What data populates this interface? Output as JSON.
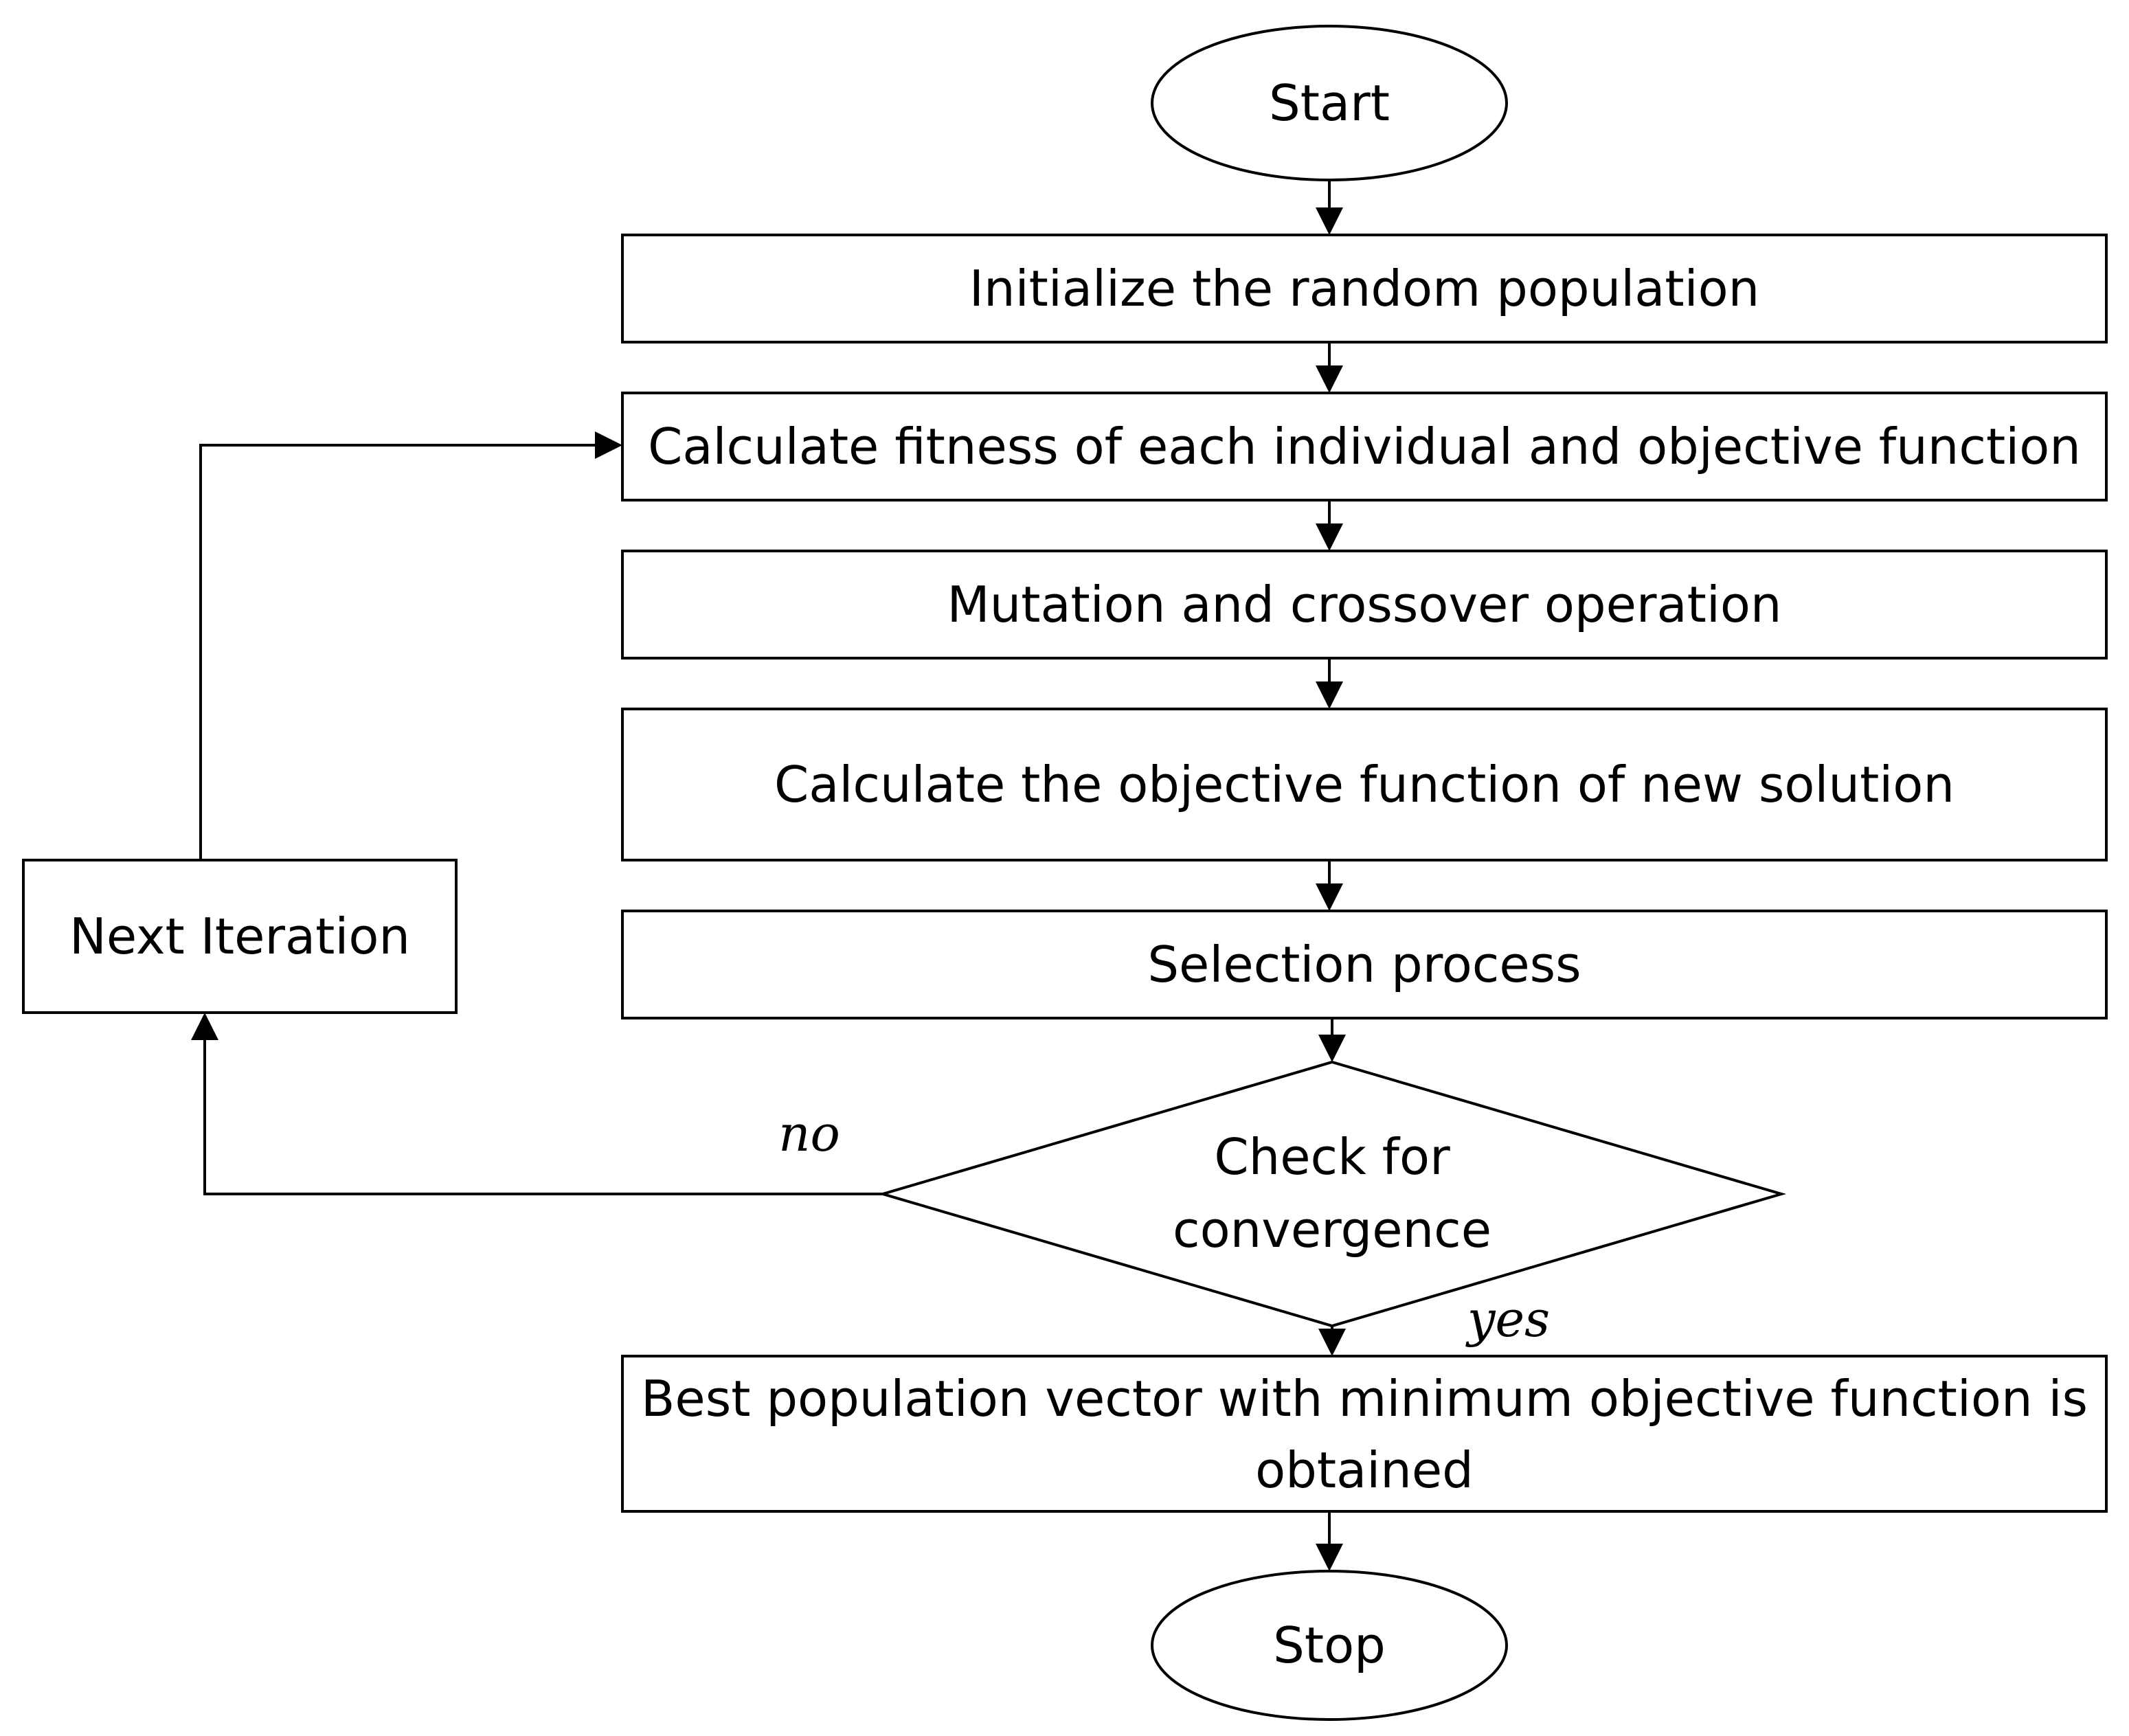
{
  "flowchart": {
    "start": "Start",
    "initialize": "Initialize the random population",
    "fitness": "Calculate fitness of each individual and objective function",
    "mutation": "Mutation and crossover operation",
    "objective_new": "Calculate the objective function of new solution",
    "selection": "Selection process",
    "convergence_line1": "Check for",
    "convergence_line2": "convergence",
    "best_line1": "Best population vector with minimum objective function is",
    "best_line2": "obtained",
    "stop": "Stop",
    "next_iteration": "Next Iteration",
    "no_label": "no",
    "yes_label": "yes"
  }
}
